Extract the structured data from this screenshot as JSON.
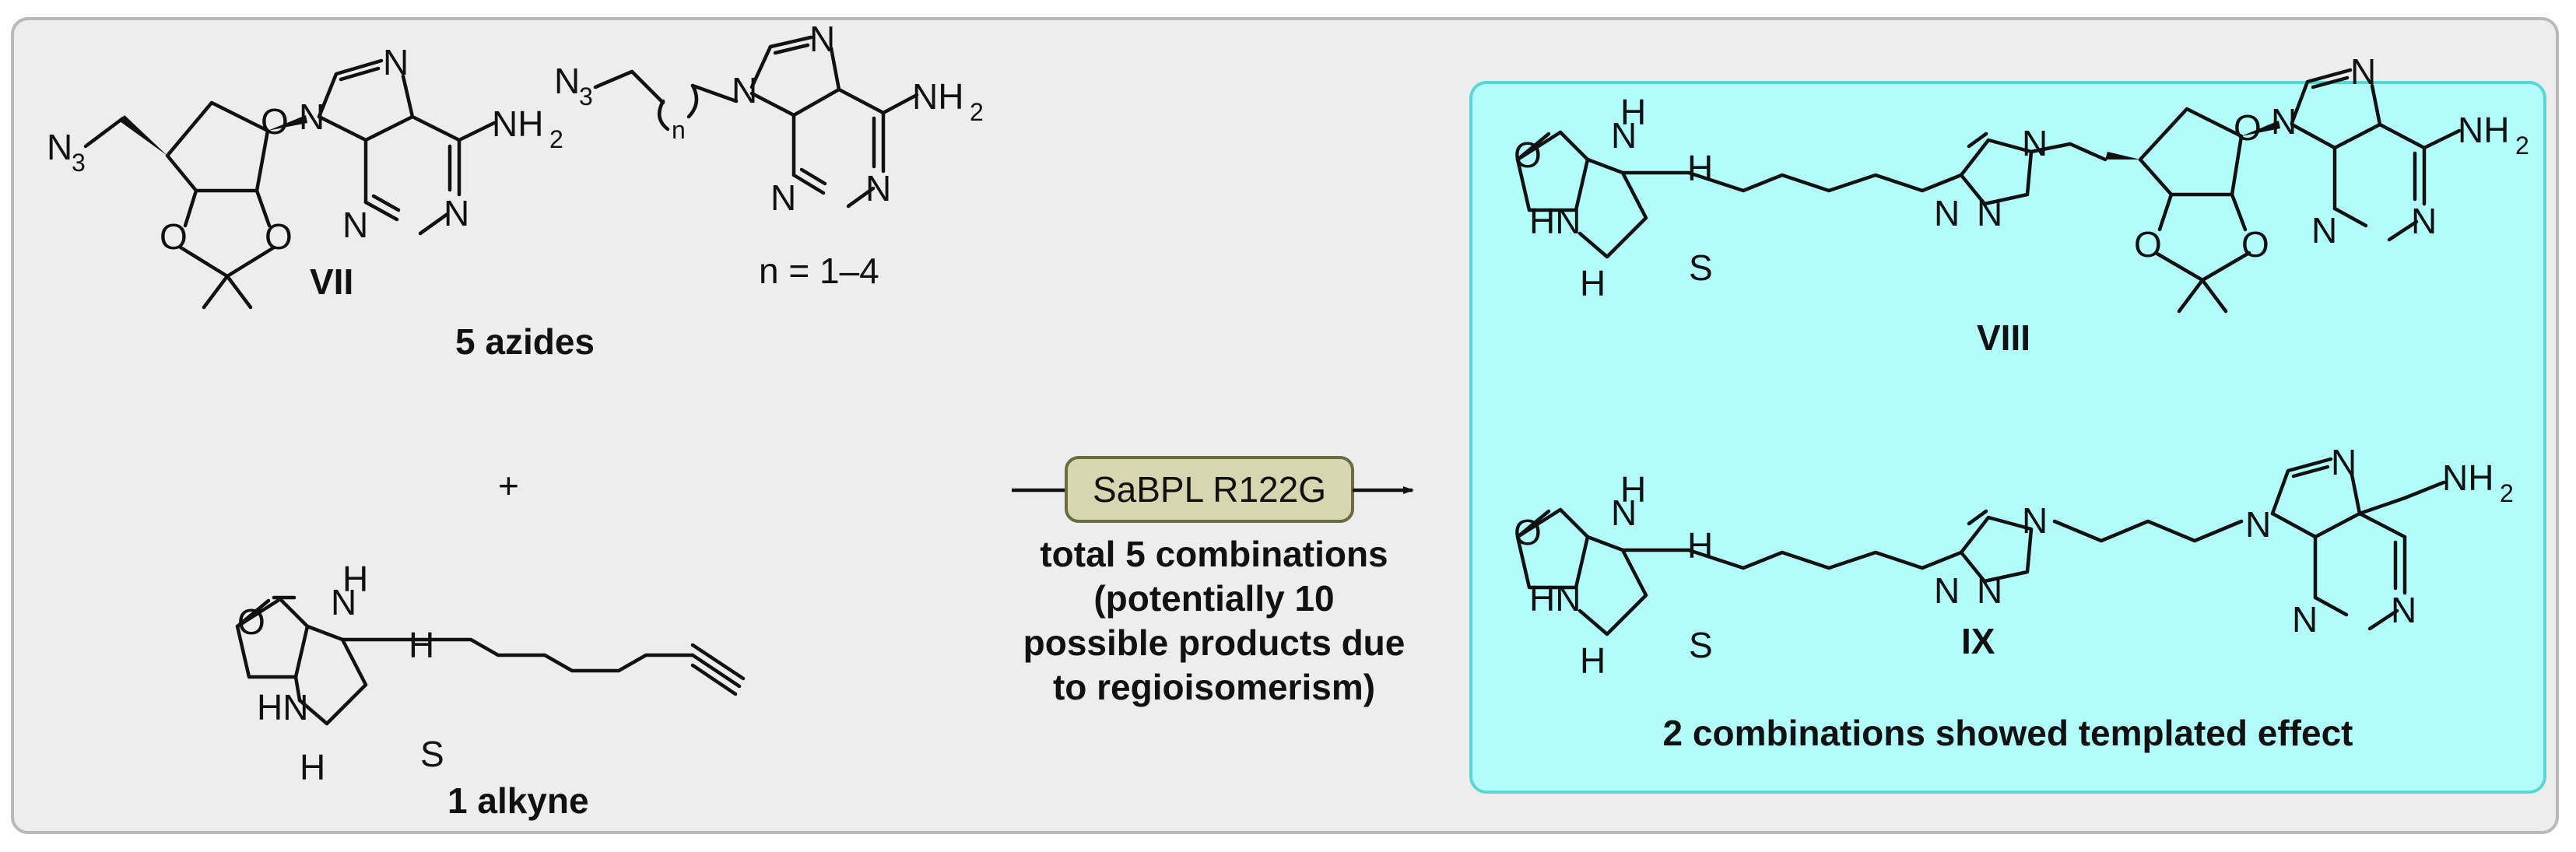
{
  "reactants": {
    "azide_label": "VII",
    "azide_range": "n = 1–4",
    "azides_caption": "5 azides",
    "plus": "+",
    "alkyne_caption": "1 alkyne"
  },
  "reaction": {
    "enzyme": "SaBPL R122G",
    "conditions_line1": "total 5 combinations",
    "conditions_line2": "(potentially 10",
    "conditions_line3": "possible products due",
    "conditions_line4": "to regioisomerism)"
  },
  "products": {
    "product1_label": "VIII",
    "product2_label": "IX",
    "summary": "2 combinations showed templated effect"
  },
  "atoms": {
    "N": "N",
    "O": "O",
    "S": "S",
    "H": "H",
    "HN": "HN",
    "NH": "NH",
    "NH2": "NH",
    "two": "2",
    "N3": "N",
    "three": "3",
    "n": "n"
  },
  "colors": {
    "panel": "#ededed",
    "product_box": "#b2fcfc",
    "product_border": "#5cd5d5",
    "enzyme_box": "#d6d6b0"
  }
}
